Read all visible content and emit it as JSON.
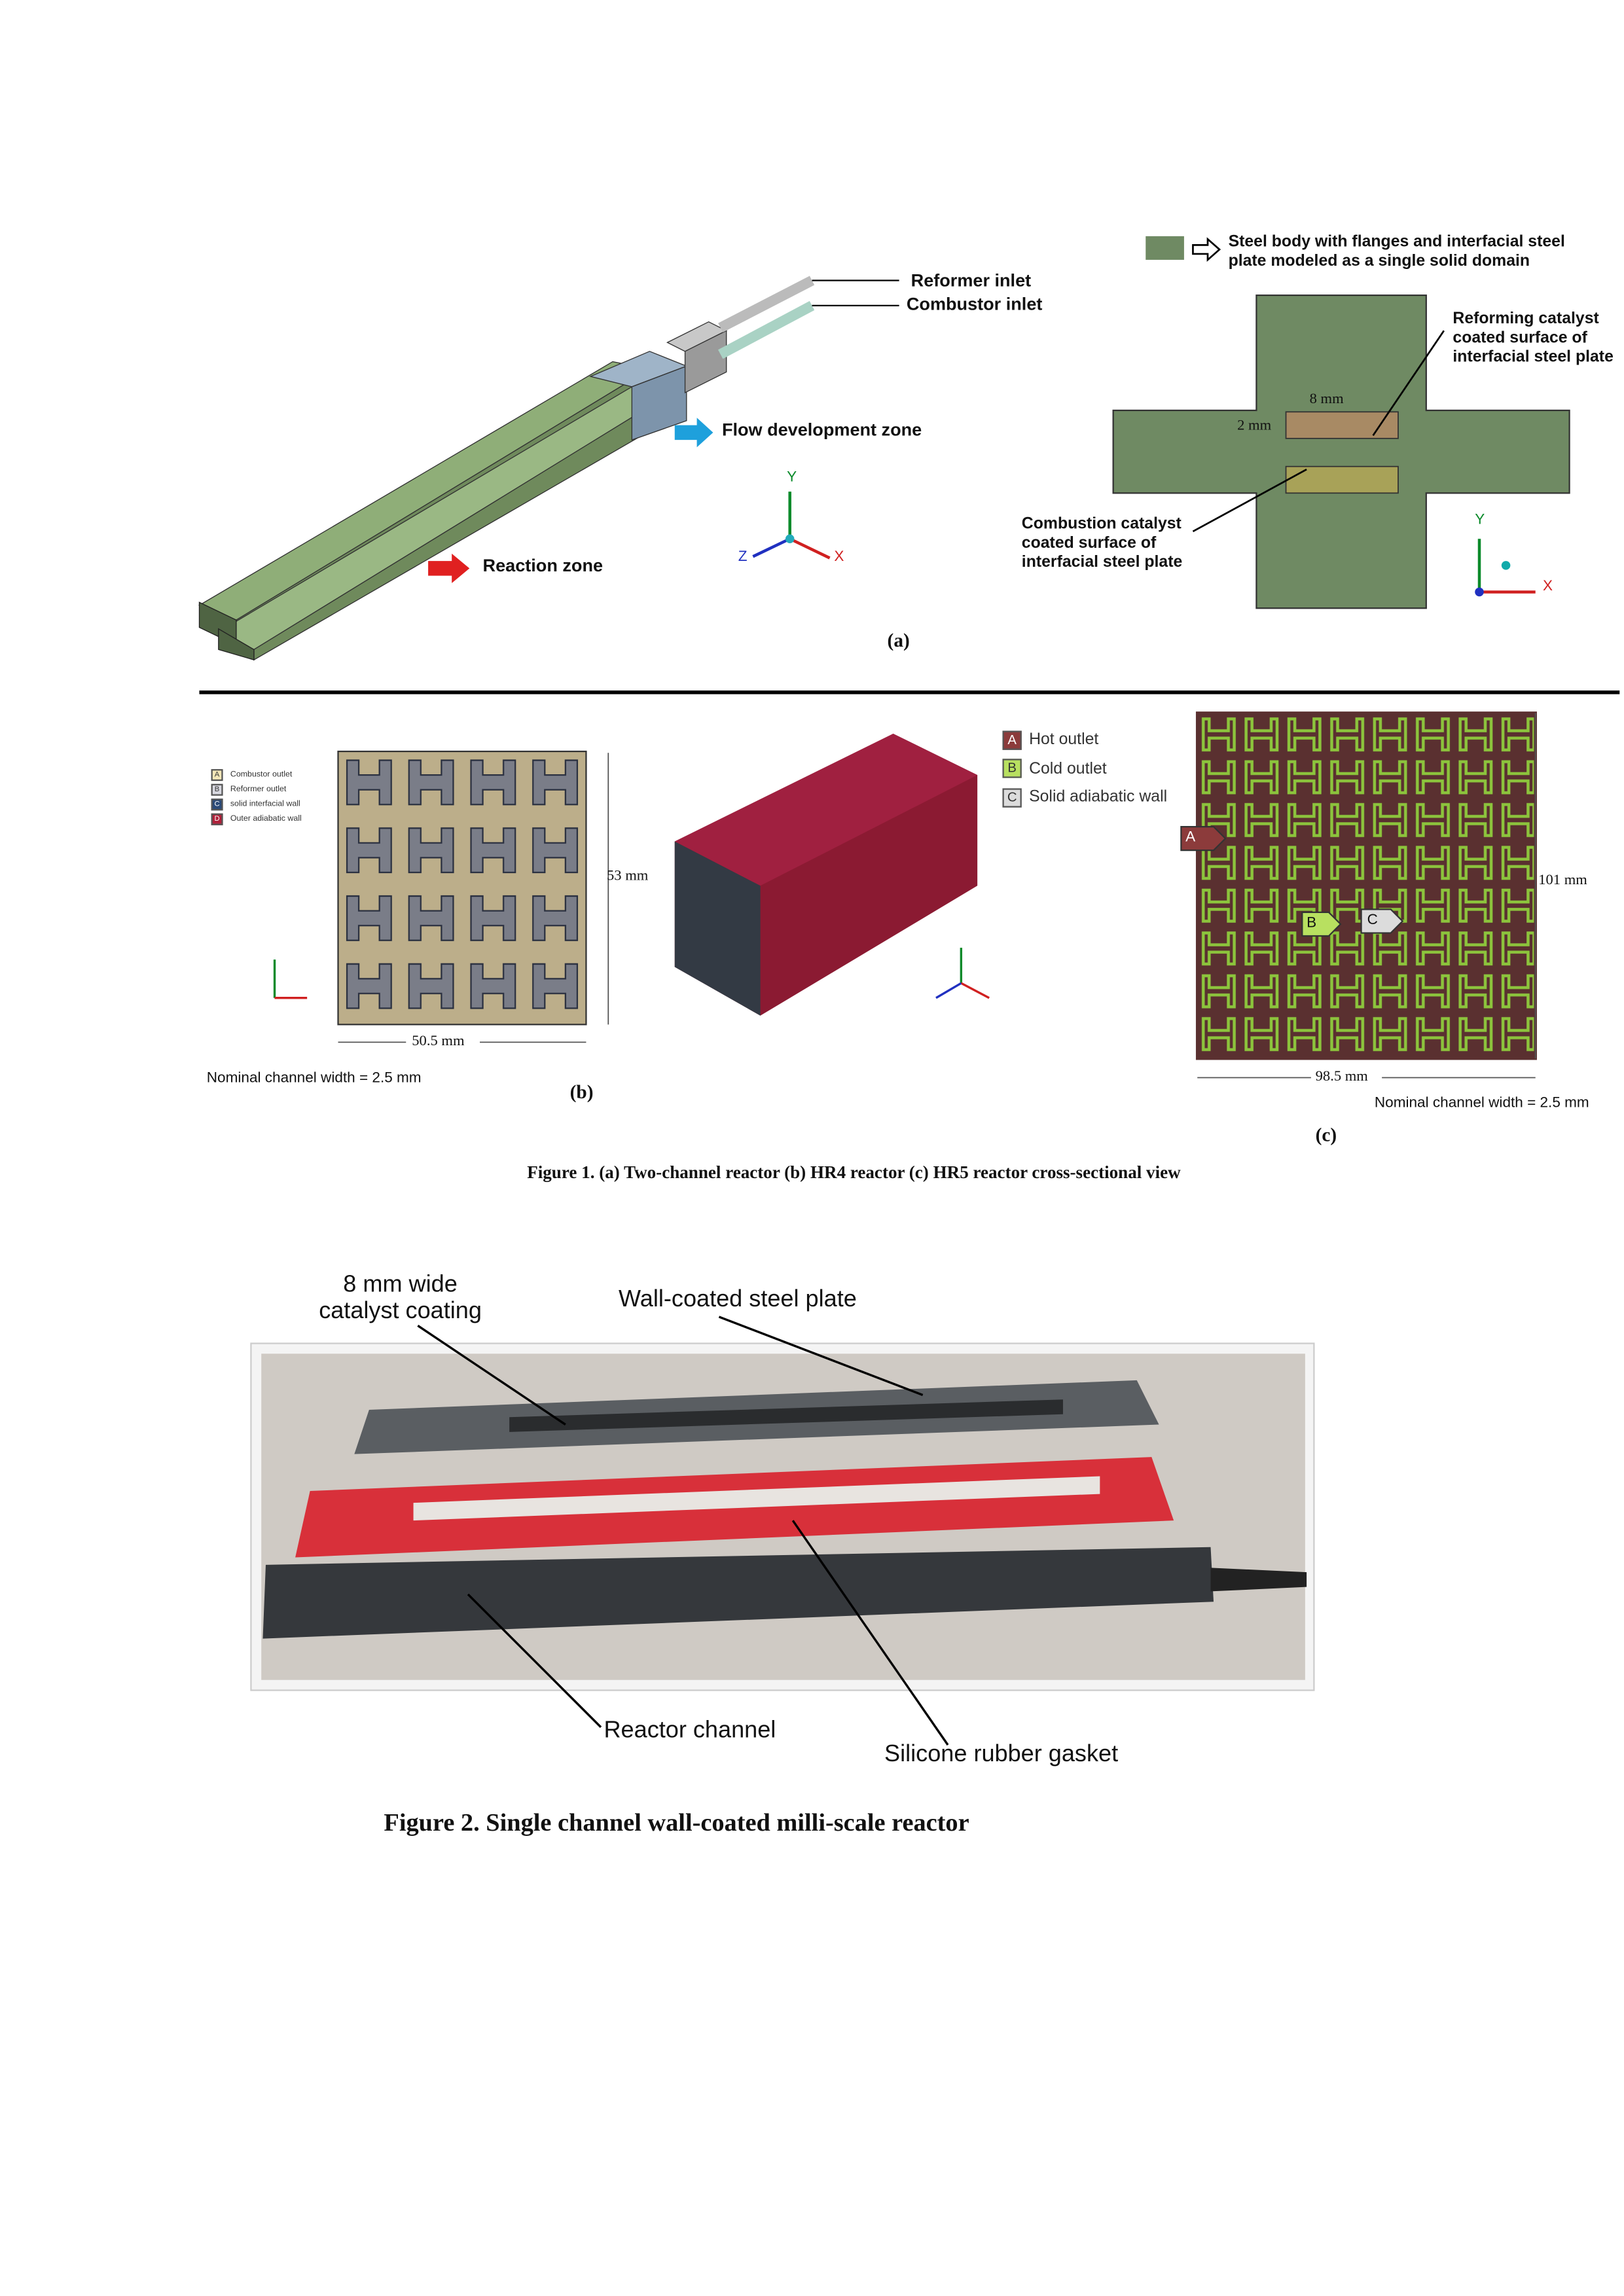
{
  "fig1a": {
    "reformer_inlet": "Reformer inlet",
    "combustor_inlet": "Combustor inlet",
    "flow_zone": "Flow development zone",
    "reaction_zone": "Reaction zone",
    "panel_label": "(a)",
    "legend_text_1": "Steel body with flanges and interfacial steel",
    "legend_text_2": "plate modeled as a single solid domain",
    "reforming_1": "Reforming catalyst",
    "reforming_2": "coated surface of",
    "reforming_3": "interfacial steel plate",
    "combustion_1": "Combustion catalyst",
    "combustion_2": "coated surface of",
    "combustion_3": "interfacial steel plate",
    "dim_width": "8 mm",
    "dim_height": "2 mm",
    "axis_x": "X",
    "axis_y": "Y",
    "axis_z": "Z"
  },
  "fig1b": {
    "legend": [
      {
        "key": "A",
        "label": "Combustor outlet",
        "color": "#f3e6b8"
      },
      {
        "key": "B",
        "label": "Reformer outlet",
        "color": "#d8d8e0"
      },
      {
        "key": "C",
        "label": "solid interfacial wall",
        "color": "#2b4a78"
      },
      {
        "key": "D",
        "label": "Outer adiabatic wall",
        "color": "#b0203a"
      }
    ],
    "height": "53 mm",
    "width": "50.5 mm",
    "nominal": "Nominal channel width = 2.5 mm",
    "panel_label": "(b)"
  },
  "fig1c": {
    "legend": [
      {
        "key": "A",
        "label": "Hot outlet",
        "color": "#8c3b3b"
      },
      {
        "key": "B",
        "label": "Cold outlet",
        "color": "#b8e060"
      },
      {
        "key": "C",
        "label": "Solid adiabatic wall",
        "color": "#dcdcdc"
      }
    ],
    "height": "101 mm",
    "width": "98.5 mm",
    "nominal": "Nominal channel width = 2.5 mm",
    "panel_label": "(c)"
  },
  "fig1_caption": "Figure 1. (a) Two-channel reactor (b) HR4 reactor (c) HR5 reactor cross-sectional view",
  "fig2": {
    "coating_1": "8 mm wide",
    "coating_2": "catalyst coating",
    "plate": "Wall-coated steel plate",
    "channel": "Reactor channel",
    "gasket": "Silicone rubber gasket",
    "caption": "Figure 2. Single channel wall-coated milli-scale reactor"
  },
  "colors": {
    "steel": "#6f8a63",
    "reactor_red": "#8b1a32",
    "maze_green": "#8cc43c",
    "maze_brown": "#5a3030"
  }
}
